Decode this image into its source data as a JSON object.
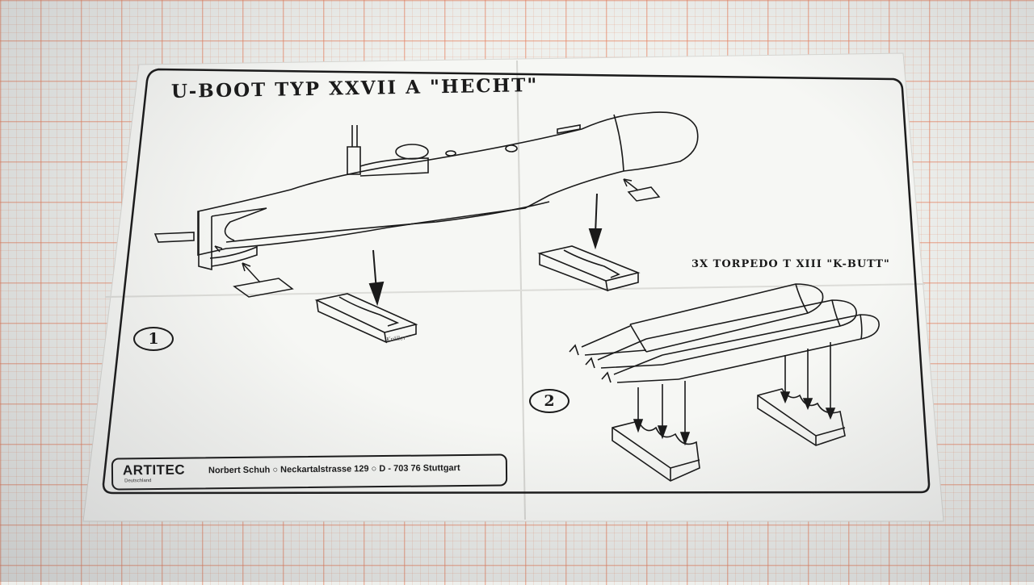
{
  "sheet": {
    "title": "U-BOOT TYP XXVII A \"HECHT\"",
    "torpedo_label": "3X TORPEDO T XIII \"K-BUTT\"",
    "steps": [
      "1",
      "2"
    ],
    "signature": "Kräller"
  },
  "footer": {
    "brand": "ARTITEC",
    "brand_sub": "Deutschland",
    "address": "Norbert Schuh  ○  Neckartalstrasse 129  ○  D - 703 76  Stuttgart"
  },
  "colors": {
    "paper": "#f6f7f4",
    "ink": "#1a1a1a",
    "grid_line": "#e78060",
    "grid_background": "#eef0ed"
  }
}
